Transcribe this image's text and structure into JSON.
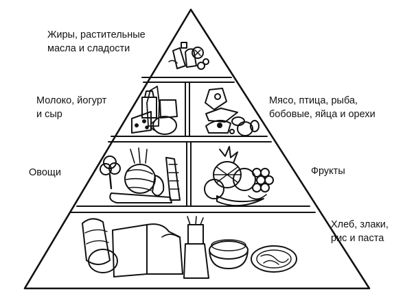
{
  "labels": {
    "fats": [
      "Жиры, растительные",
      "масла и сладости"
    ],
    "dairy": [
      "Молоко, йогурт",
      "и сыр"
    ],
    "protein": [
      "Мясо, птица, рыба,",
      "бобовые, яйца и орехи"
    ],
    "vegetables": [
      "Овощи"
    ],
    "fruits": [
      "Фрукты"
    ],
    "grains": [
      "Хлеб, злаки,",
      "рис и паста"
    ]
  },
  "colors": {
    "line": "#111111",
    "fill": "#ffffff"
  }
}
